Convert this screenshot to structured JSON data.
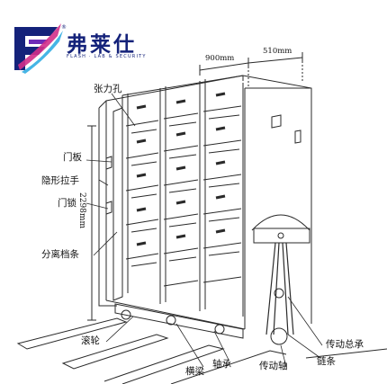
{
  "brand": {
    "name_cn": "弗莱仕",
    "name_en": "FLASH · LAB & SECURITY",
    "registered": "®",
    "logo_colors": [
      "#14227a",
      "#6e2bb8",
      "#d22f8a",
      "#26a8e0"
    ],
    "logo_icon": "stylized-f-arrow-icon"
  },
  "dimensions": {
    "depth_top": "900mm",
    "width_top": "510mm",
    "height_side": "2298mm"
  },
  "labels": {
    "tension_hole": "张力孔",
    "door_panel": "门板",
    "hidden_handle": "隐形拉手",
    "door_lock": "门锁",
    "divider_board": "分离档条",
    "roller": "滚轮",
    "cross_beam": "横梁",
    "bearing": "轴承",
    "drive_shaft": "传动轴",
    "chain": "链条",
    "drive_assembly": "传动总承"
  },
  "colors": {
    "line": "#2a2a2a",
    "text": "#111111",
    "background": "#ffffff"
  }
}
